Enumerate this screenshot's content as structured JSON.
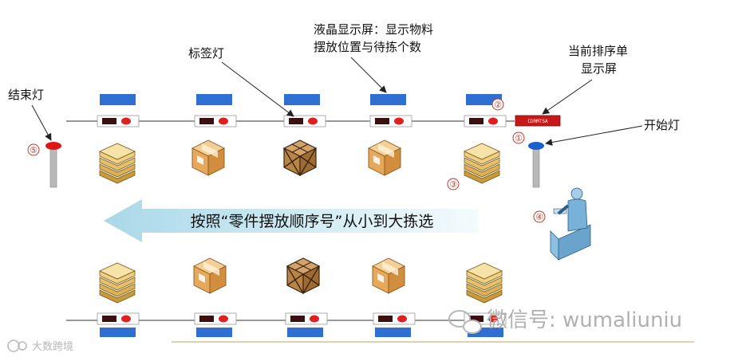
{
  "labels": {
    "tag_light": "标签灯",
    "lcd_line1": "液晶显示屏：显示物料",
    "lcd_line2": "摆放位置与待拣个数",
    "order_display_line1": "当前排序单",
    "order_display_line2": "显示屏",
    "start_light": "开始灯",
    "end_light": "结束灯",
    "flow_text": "按照“零件摆放顺序号”从小到大拣选",
    "order_display_text": "CDRMTSA"
  },
  "markers": [
    "①",
    "②",
    "③",
    "④",
    "⑤"
  ],
  "watermark": {
    "wechat": "微信号: wumaliuniu",
    "corner": "大数跨境"
  },
  "colors": {
    "lcd_blue": "#2e6fd1",
    "tag_red": "#e02020",
    "order_display_red": "#c81818",
    "start_light_blue": "#1b5fd0",
    "end_light_red": "#e01515",
    "arrow_fill": "#d5ecf4"
  }
}
